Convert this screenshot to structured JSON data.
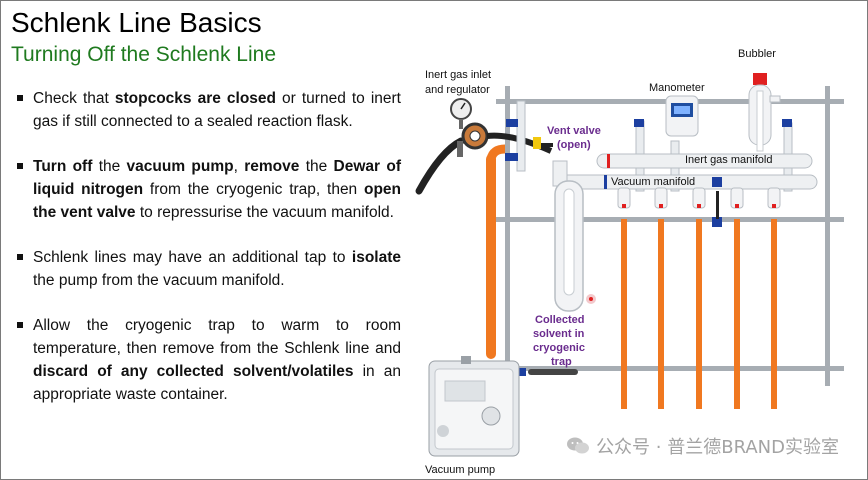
{
  "slide": {
    "title": "Schlenk Line Basics",
    "subtitle": "Turning Off the Schlenk Line"
  },
  "bullets": [
    {
      "segments": [
        {
          "t": "Check that ",
          "b": false
        },
        {
          "t": "stopcocks are closed",
          "b": true
        },
        {
          "t": " or turned to inert gas if still connected to a sealed reaction flask.",
          "b": false
        }
      ]
    },
    {
      "segments": [
        {
          "t": "Turn off",
          "b": true
        },
        {
          "t": " the ",
          "b": false
        },
        {
          "t": "vacuum pump",
          "b": true
        },
        {
          "t": ", ",
          "b": false
        },
        {
          "t": "remove",
          "b": true
        },
        {
          "t": " the ",
          "b": false
        },
        {
          "t": "Dewar of liquid nitrogen",
          "b": true
        },
        {
          "t": " from the cryogenic trap, then ",
          "b": false
        },
        {
          "t": "open the vent valve",
          "b": true
        },
        {
          "t": " to repressurise the vacuum manifold.",
          "b": false
        }
      ]
    },
    {
      "segments": [
        {
          "t": "Schlenk lines may have an additional tap to ",
          "b": false
        },
        {
          "t": "isolate",
          "b": true
        },
        {
          "t": " the pump from the vacuum manifold.",
          "b": false
        }
      ]
    },
    {
      "segments": [
        {
          "t": "Allow the cryogenic trap to warm to room temperature, then remove from the Schlenk line and ",
          "b": false
        },
        {
          "t": "discard of any collected solvent/volatiles",
          "b": true
        },
        {
          "t": " in an appropriate waste container.",
          "b": false
        }
      ]
    }
  ],
  "diagram": {
    "labels": {
      "inert_gas_inlet_1": "Inert gas inlet",
      "inert_gas_inlet_2": "and regulator",
      "manometer": "Manometer",
      "bubbler": "Bubbler",
      "vent_valve_1": "Vent valve",
      "vent_valve_2": "(open)",
      "inert_gas_manifold": "Inert gas manifold",
      "vacuum_manifold": "Vacuum manifold",
      "collected_1": "Collected",
      "collected_2": "solvent in",
      "collected_3": "cryogenic",
      "collected_4": "trap",
      "vacuum_pump": "Vacuum pump"
    },
    "colors": {
      "tubing": "#f07820",
      "frame": "#9aa0a6",
      "tap_blue": "#1c3fa0",
      "vent_yellow": "#f2c80f",
      "bubbler_red": "#e02020",
      "purple_text": "#6a2c8e"
    }
  },
  "watermark": {
    "text": "公众号 · 普兰德BRAND实验室",
    "icon": "wechat-icon"
  }
}
